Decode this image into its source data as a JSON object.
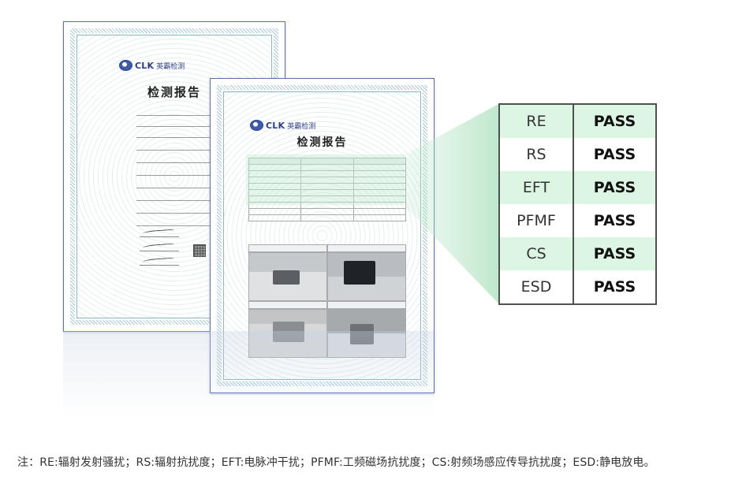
{
  "certificate_back": {
    "brand": "CLK",
    "brand_sub": "英霸检测",
    "title": "检测报告"
  },
  "certificate_front": {
    "brand": "CLK",
    "brand_sub": "英霸检测",
    "title": "检测报告"
  },
  "results": {
    "rows": [
      {
        "test": "RE",
        "status": "PASS"
      },
      {
        "test": "RS",
        "status": "PASS"
      },
      {
        "test": "EFT",
        "status": "PASS"
      },
      {
        "test": "PFMF",
        "status": "PASS"
      },
      {
        "test": "CS",
        "status": "PASS"
      },
      {
        "test": "ESD",
        "status": "PASS"
      }
    ],
    "highlight_color": "#ddf6e4",
    "border_color": "#505050"
  },
  "footnote": "注：RE:辐射发射骚扰；RS:辐射抗扰度；EFT:电脉冲干扰；PFMF:工频磁场抗扰度；CS:射频场感应传导抗扰度；ESD:静电放电。"
}
